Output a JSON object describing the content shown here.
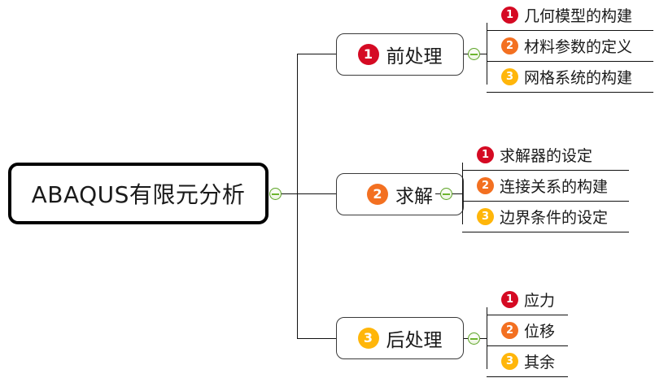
{
  "diagram": {
    "type": "mind-map",
    "background": "#ffffff"
  },
  "root": {
    "label": "ABAQUS有限元分析",
    "border_color": "#000000"
  },
  "palette": {
    "badge_red": "#D50A23",
    "badge_orange": "#F37021",
    "badge_amber": "#FFB60A",
    "toggle_green": "#6CB52D",
    "line": "#111111",
    "text": "#1a1a1a"
  },
  "branches": [
    {
      "number": "1",
      "label": "前处理",
      "badge_color": "#D50A23",
      "leaves": [
        {
          "number": "1",
          "label": "几何模型的构建",
          "badge_color": "#D50A23"
        },
        {
          "number": "2",
          "label": "材料参数的定义",
          "badge_color": "#F37021"
        },
        {
          "number": "3",
          "label": "网格系统的构建",
          "badge_color": "#FFB60A"
        }
      ]
    },
    {
      "number": "2",
      "label": "求解",
      "badge_color": "#F37021",
      "leaves": [
        {
          "number": "1",
          "label": "求解器的设定",
          "badge_color": "#D50A23"
        },
        {
          "number": "2",
          "label": "连接关系的构建",
          "badge_color": "#F37021"
        },
        {
          "number": "3",
          "label": "边界条件的设定",
          "badge_color": "#FFB60A"
        }
      ]
    },
    {
      "number": "3",
      "label": "后处理",
      "badge_color": "#FFB60A",
      "leaves": [
        {
          "number": "1",
          "label": "应力",
          "badge_color": "#D50A23"
        },
        {
          "number": "2",
          "label": "位移",
          "badge_color": "#F37021"
        },
        {
          "number": "3",
          "label": "其余",
          "badge_color": "#FFB60A"
        }
      ]
    }
  ],
  "toggles": {
    "root_toggle_name": "collapse-toggle-root",
    "branch_toggle_names": [
      "collapse-toggle-branch-1",
      "collapse-toggle-branch-2",
      "collapse-toggle-branch-3"
    ]
  }
}
